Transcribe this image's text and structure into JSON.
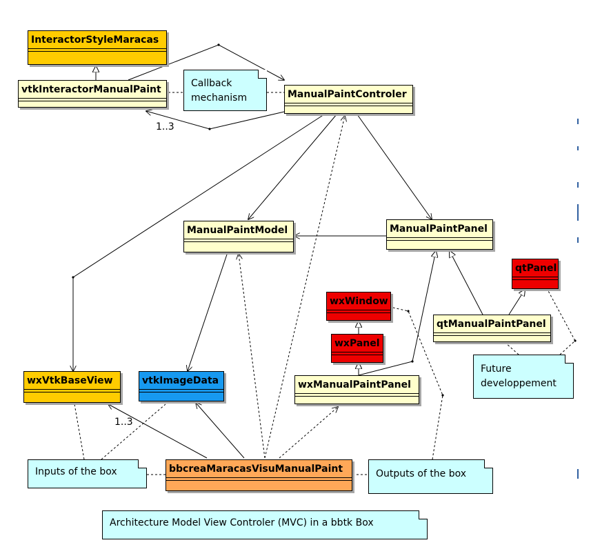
{
  "classes": {
    "interactor_style_maracas": "InteractorStyleMaracas",
    "vtk_interactor_manual_paint": "vtkInteractorManualPaint",
    "manual_paint_controler": "ManualPaintControler",
    "manual_paint_model": "ManualPaintModel",
    "manual_paint_panel": "ManualPaintPanel",
    "qt_panel": "qtPanel",
    "wx_window": "wxWindow",
    "wx_panel": "wxPanel",
    "qt_manual_paint_panel": "qtManualPaintPanel",
    "wx_vtk_base_view": "wxVtkBaseView",
    "vtk_image_data": "vtkImageData",
    "wx_manual_paint_panel": "wxManualPaintPanel",
    "bbcrea_maracas_visu_manual_paint": "bbcreaMaracasVisuManualPaint"
  },
  "notes": {
    "callback_line1": "Callback",
    "callback_line2": "mechanism",
    "future_line1": "Future",
    "future_line2": "developpement",
    "inputs": "Inputs of the box",
    "outputs": "Outputs of the box",
    "architecture": "Architecture Model View Controler  (MVC) in a bbtk Box"
  },
  "multiplicities": {
    "controler_to_interactor": "1..3",
    "box_to_baseview": "1..3"
  },
  "colors": {
    "class_default": "#ffffcc",
    "class_external_vtk_wx": "#ffcc00",
    "class_vtk_data": "#1799f0",
    "class_wx_qt_toolkit": "#ee0000",
    "class_bbtk_box": "#ffa858",
    "note": "#ccffff"
  }
}
